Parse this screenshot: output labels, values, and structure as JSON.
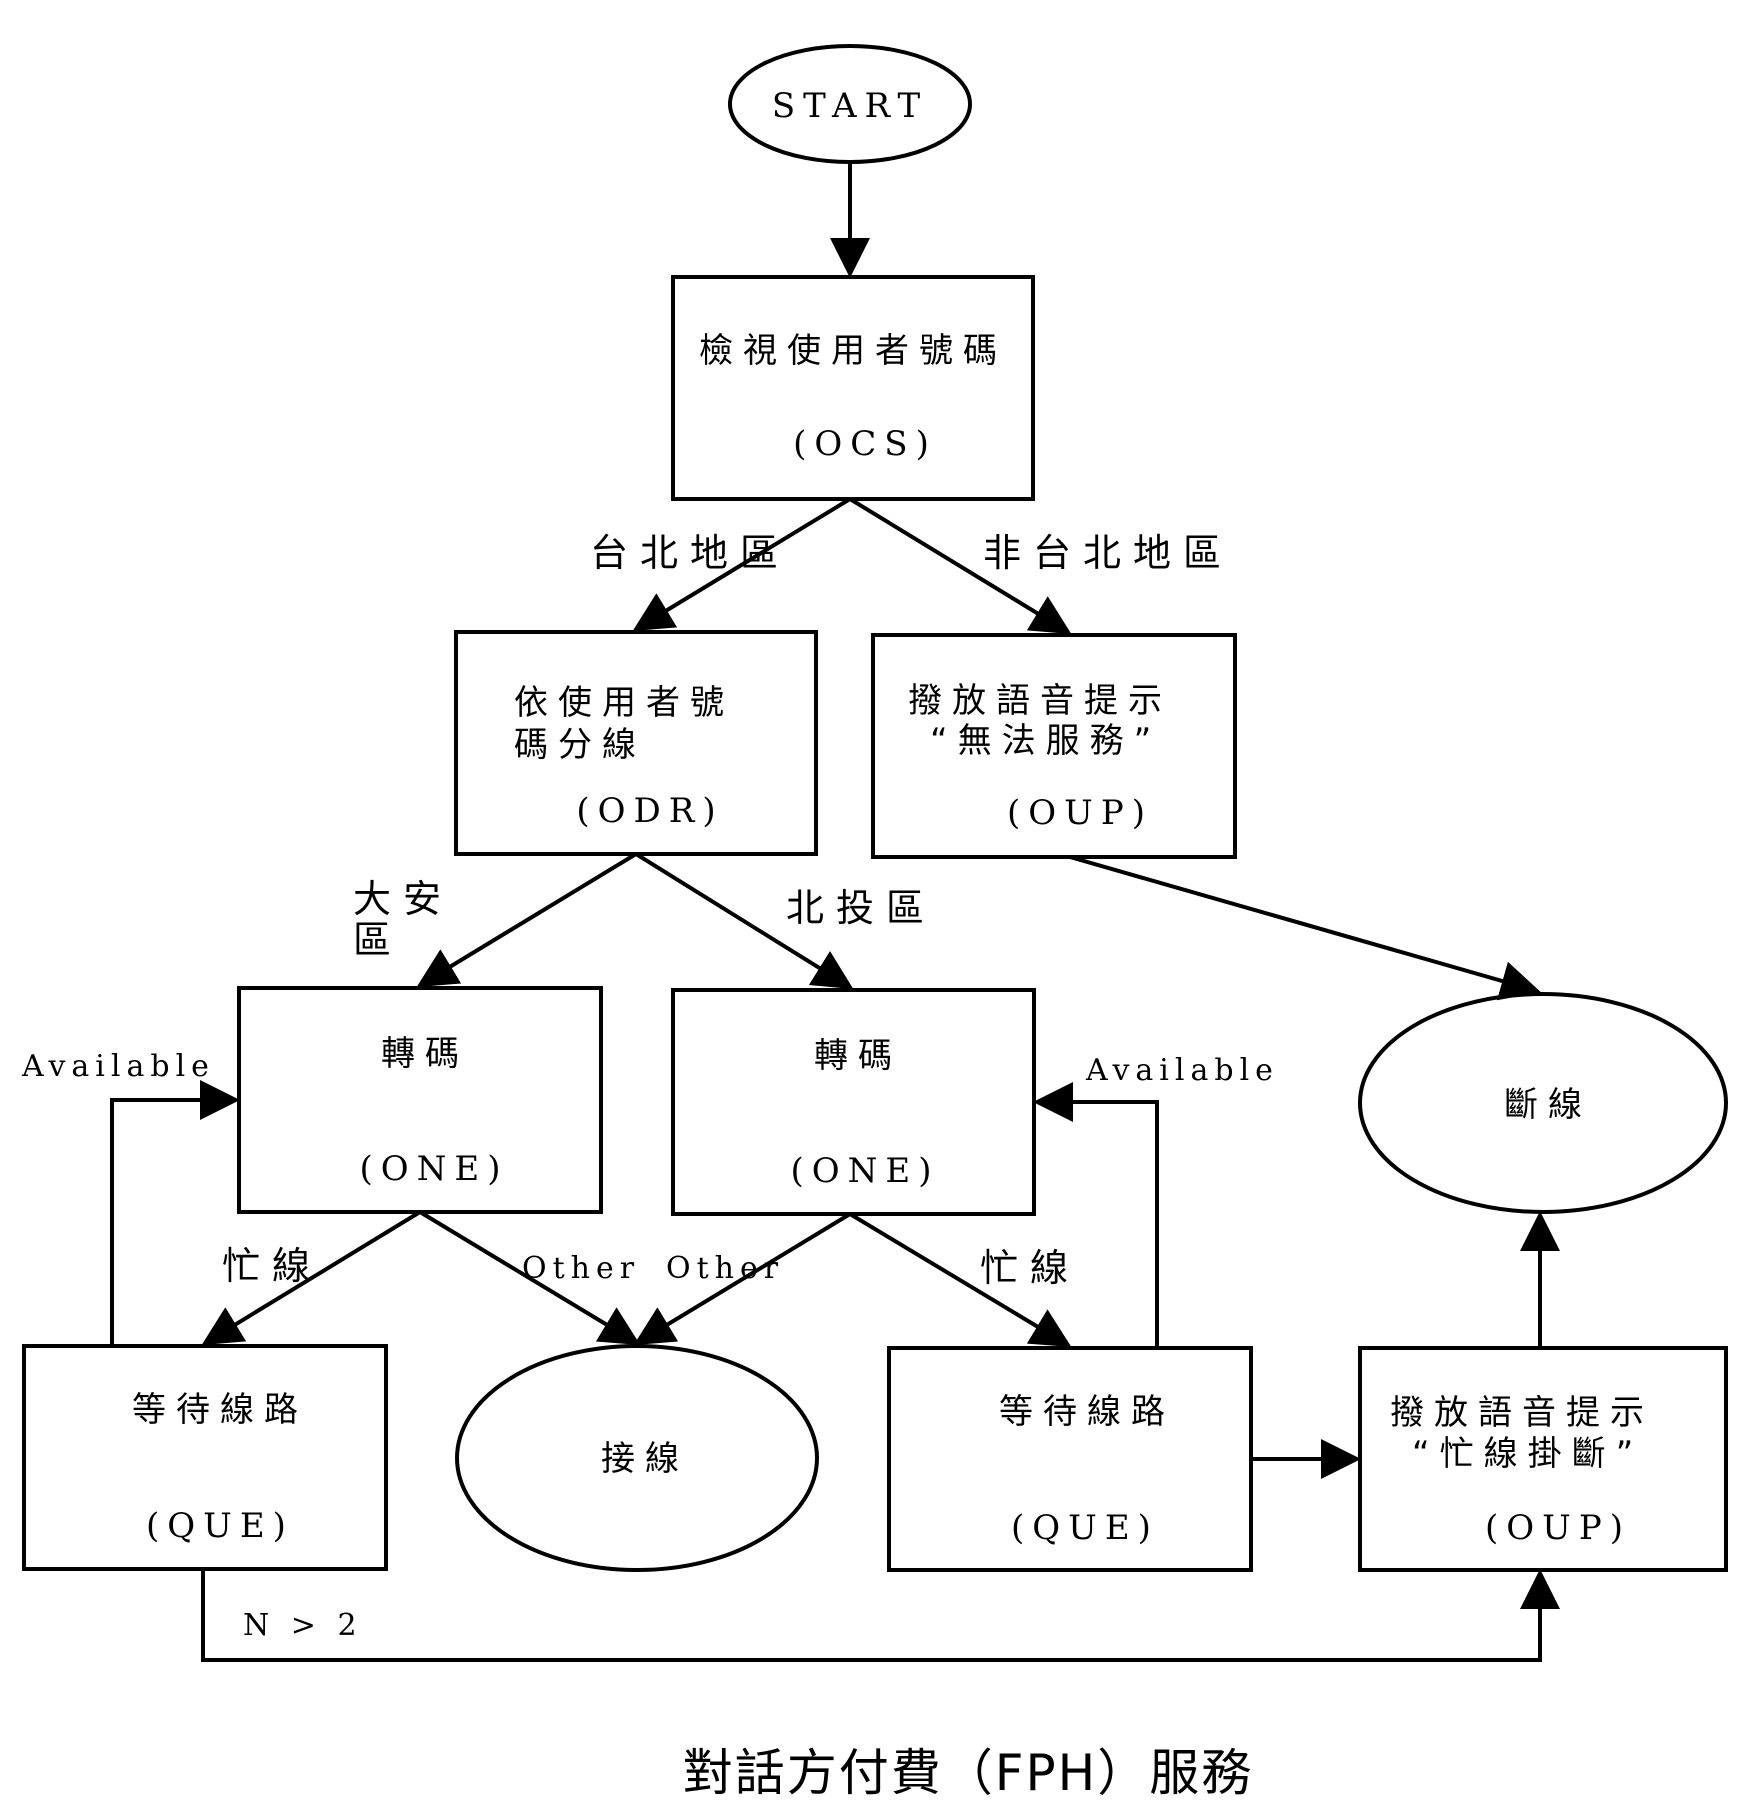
{
  "start": "START",
  "nodes": {
    "ocs": {
      "label": "檢視使用者號碼",
      "code": "(OCS)"
    },
    "odr": {
      "line1": "依使用者號",
      "line2": "碼分線",
      "code": "(ODR)"
    },
    "oup1": {
      "line1": "撥放語音提示",
      "line2": "“無法服務”",
      "code": "(OUP)"
    },
    "one1": {
      "label": "轉碼",
      "code": "(ONE)"
    },
    "one2": {
      "label": "轉碼",
      "code": "(ONE)"
    },
    "disconnect": {
      "label": "斷線"
    },
    "que1": {
      "label": "等待線路",
      "code": "(QUE)"
    },
    "connect": {
      "label": "接線"
    },
    "que2": {
      "label": "等待線路",
      "code": "(QUE)"
    },
    "oup2": {
      "line1": "撥放語音提示",
      "line2": "“忙線掛斷”",
      "code": "(OUP)"
    }
  },
  "edge_labels": {
    "taipei": "台北地區",
    "non_taipei": "非台北地區",
    "daan_1": "大安",
    "daan_2": "區",
    "beitou": "北投區",
    "available_left": "Available",
    "available_right": "Available",
    "busy_left": "忙線",
    "busy_right": "忙線",
    "other_left": "Other",
    "other_right": "Other",
    "n_gt_2": "N > 2"
  },
  "caption": "對話方付費（FPH）服務"
}
